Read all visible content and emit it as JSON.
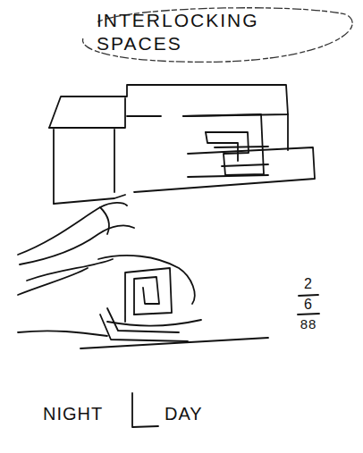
{
  "diagram": {
    "nodes": [
      {
        "text": [
          "INTERLOCKING SPACES"
        ]
      }
    ],
    "labels": [
      "2",
      "6",
      "88",
      "NIGHT",
      "DAY"
    ]
  }
}
